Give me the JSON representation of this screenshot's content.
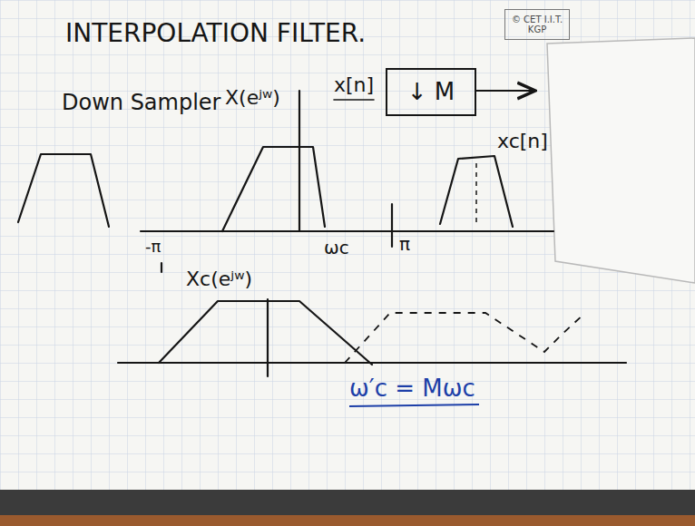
{
  "diagram": {
    "title": "INTERPOLATION FILTER.",
    "nodes": [
      {
        "text": [
          "↓ M"
        ]
      },
      {
        "text": [
          "© CET I.I.T. KGP"
        ]
      }
    ],
    "labels": [
      "Down Sampler",
      "X(eʲʷ)",
      "-π",
      "ωc",
      "π",
      "x[n]",
      "xc[n]",
      "Xc(eʲʷ)",
      "ω′c = Mωc"
    ]
  }
}
